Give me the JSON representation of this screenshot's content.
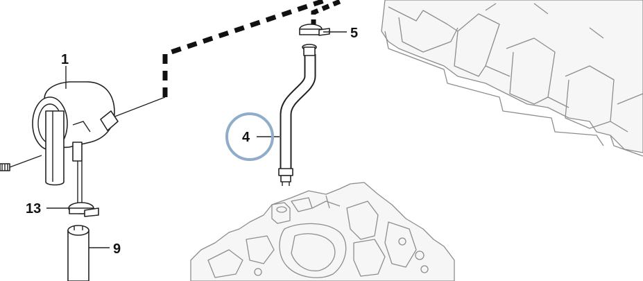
{
  "callouts": [
    {
      "id": "1",
      "text": "1"
    },
    {
      "id": "4",
      "text": "4"
    },
    {
      "id": "5",
      "text": "5"
    },
    {
      "id": "9",
      "text": "9"
    },
    {
      "id": "13",
      "text": "13"
    }
  ],
  "highlight": {
    "callout": "4",
    "color": "#8fadc9"
  }
}
